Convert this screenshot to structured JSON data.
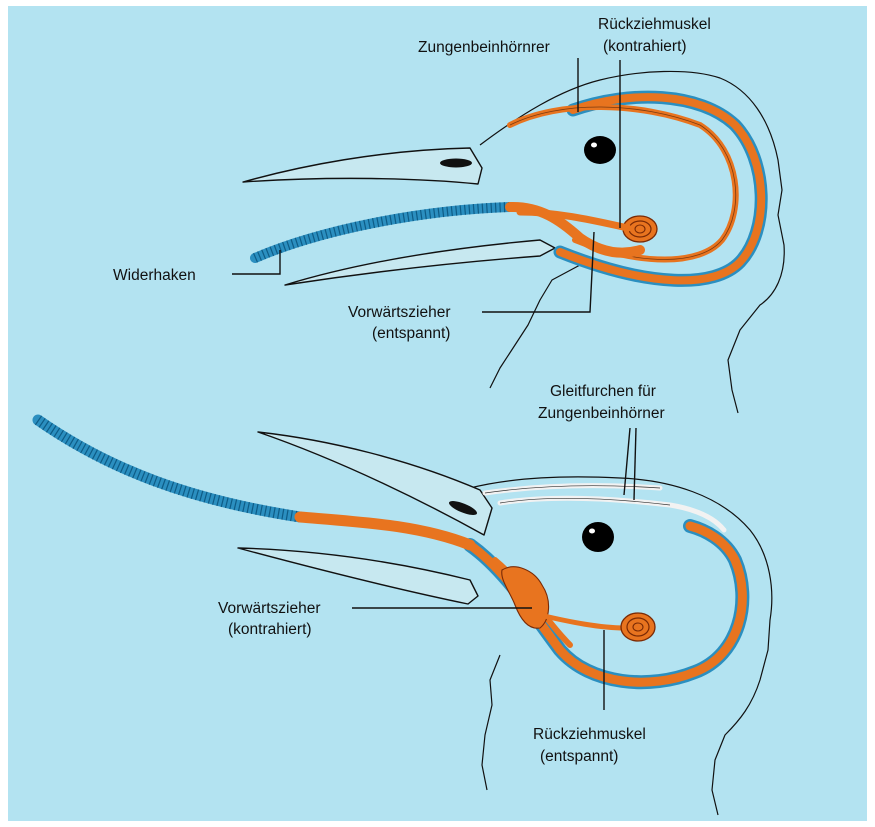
{
  "colors": {
    "background": "#b3e3f1",
    "tongue_blue": "#2b8fc0",
    "muscle_orange": "#e8741f",
    "outline": "#111111",
    "eye": "#000000"
  },
  "top_head": {
    "labels": {
      "zungenbeinhoerner": "Zungenbeinhörnrer",
      "rueckziehmuskel_l1": "Rückziehmuskel",
      "rueckziehmuskel_l2": "(kontrahiert)",
      "widerhaken": "Widerhaken",
      "vorwaertszieher_l1": "Vorwärtszieher",
      "vorwaertszieher_l2": "(entspannt)"
    }
  },
  "bottom_head": {
    "labels": {
      "gleitfurchen_l1": "Gleitfurchen für",
      "gleitfurchen_l2": "Zungenbeinhörner",
      "vorwaertszieher_l1": "Vorwärtszieher",
      "vorwaertszieher_l2": "(kontrahiert)",
      "rueckziehmuskel_l1": "Rückziehmuskel",
      "rueckziehmuskel_l2": "(entspannt)"
    }
  }
}
